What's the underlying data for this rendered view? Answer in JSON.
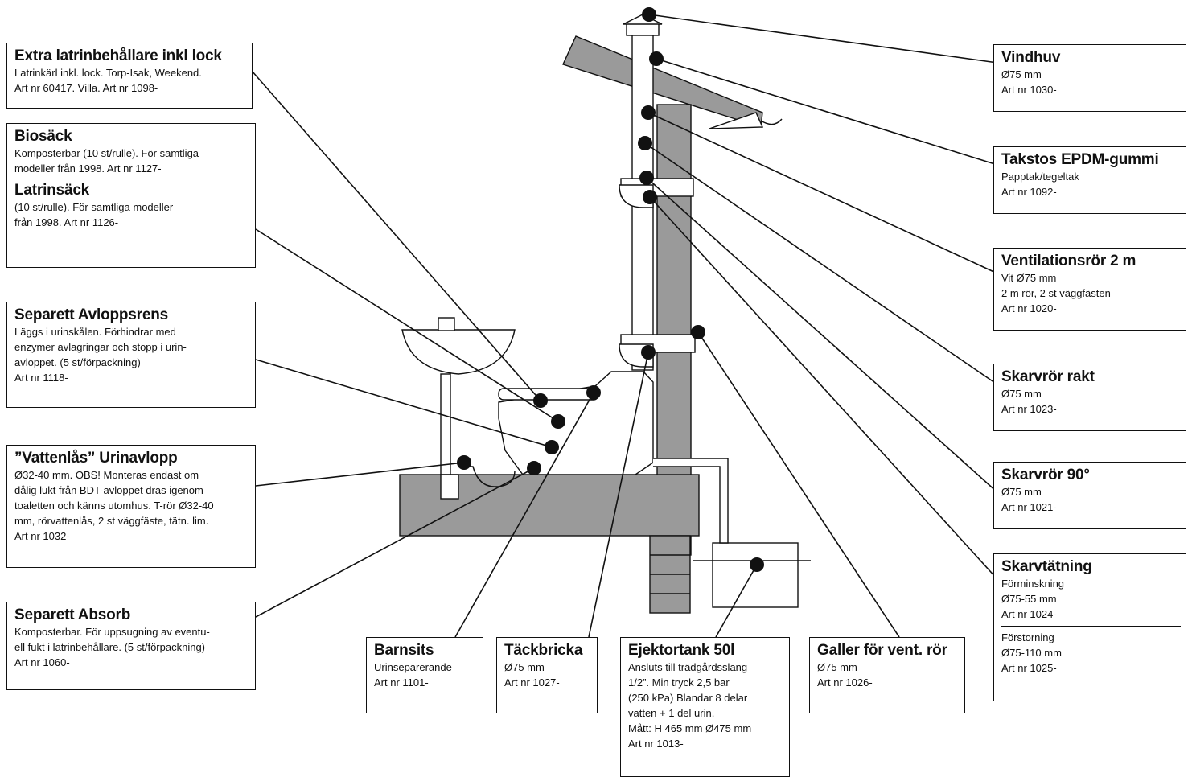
{
  "callouts": {
    "extra_latrin": {
      "title": "Extra latrinbehållare inkl lock",
      "desc": "Latrinkärl inkl. lock. Torp-Isak, Weekend.\nArt nr 60417. Villa. Art nr 1098-"
    },
    "biosack": {
      "title": "Biosäck",
      "desc": "Komposterbar (10 st/rulle). För samtliga\nmodeller från 1998. Art nr 1127-",
      "title2": "Latrinsäck",
      "desc2": "(10 st/rulle). För samtliga modeller\nfrån 1998. Art nr 1126-"
    },
    "avloppsrens": {
      "title": "Separett Avloppsrens",
      "desc": "Läggs i urinskålen. Förhindrar med\nenzymer avlagringar och stopp i urin-\navloppet. (5 st/förpackning)\nArt nr 1118-"
    },
    "vattenlas": {
      "title": "”Vattenlås” Urinavlopp",
      "desc": "Ø32-40 mm. OBS! Monteras endast om\ndålig lukt från BDT-avloppet dras igenom\ntoaletten och känns utomhus. T-rör Ø32-40\nmm, rörvattenlås, 2 st väggfäste, tätn. lim.\nArt nr 1032-"
    },
    "absorb": {
      "title": "Separett Absorb",
      "desc": "Komposterbar. För uppsugning av eventu-\nell fukt i latrinbehållare. (5 st/förpackning)\nArt nr 1060-"
    },
    "barnsits": {
      "title": "Barnsits",
      "desc": "Urinseparerande\nArt nr 1101-"
    },
    "tackbricka": {
      "title": "Täckbricka",
      "desc": "Ø75 mm\nArt nr 1027-"
    },
    "ejektortank": {
      "title": "Ejektortank 50l",
      "desc": "Ansluts till trädgårdsslang\n1/2”. Min tryck 2,5 bar\n(250 kPa) Blandar 8 delar\nvatten + 1 del urin.\nMått: H 465 mm Ø475 mm\nArt nr 1013-"
    },
    "galler": {
      "title": "Galler för vent. rör",
      "desc": "Ø75 mm\nArt nr 1026-"
    },
    "vindhuv": {
      "title": "Vindhuv",
      "desc": "Ø75 mm\nArt nr 1030-"
    },
    "takstos": {
      "title": "Takstos EPDM-gummi",
      "desc": "Papptak/tegeltak\nArt nr 1092-"
    },
    "ventilationsror": {
      "title": "Ventilationsrör 2 m",
      "desc": "Vit Ø75 mm\n2 m rör, 2 st väggfästen\nArt nr 1020-"
    },
    "skarvror_rakt": {
      "title": "Skarvrör rakt",
      "desc": "Ø75 mm\nArt nr 1023-"
    },
    "skarvror_90": {
      "title": "Skarvrör 90°",
      "desc": "Ø75 mm\nArt nr 1021-"
    },
    "skarvtatning": {
      "title": "Skarvtätning",
      "desc": "Förminskning\nØ75-55 mm\nArt nr 1024-",
      "desc2": "Förstorning\nØ75-110 mm\nArt nr 1025-"
    }
  }
}
